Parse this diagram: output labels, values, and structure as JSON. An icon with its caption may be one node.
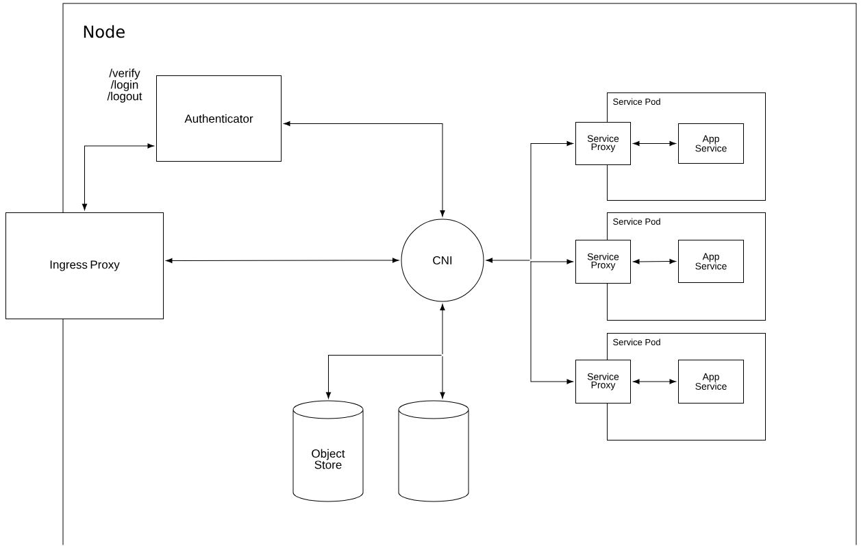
{
  "diagram": {
    "nodes": [
      {
        "text": [
          "Node"
        ]
      },
      {
        "text": [
          "Authenticator"
        ],
        "in": 0
      },
      {
        "text": [
          "Ingress Proxy"
        ]
      },
      {
        "text": [
          "CNI"
        ],
        "in": 0
      },
      {
        "text": [
          "Service Pod"
        ],
        "in": 0
      },
      {
        "text": [
          "Service Proxy"
        ],
        "in": 0
      },
      {
        "text": [
          "App Service"
        ],
        "in": 4
      },
      {
        "text": [
          "Service Pod"
        ],
        "in": 0
      },
      {
        "text": [
          "Service Proxy"
        ],
        "in": 0
      },
      {
        "text": [
          "App Service"
        ],
        "in": 7
      },
      {
        "text": [
          "Service Pod"
        ],
        "in": 0
      },
      {
        "text": [
          "Service Proxy"
        ],
        "in": 0
      },
      {
        "text": [
          "App Service"
        ],
        "in": 10
      },
      {
        "text": [
          "Object Store"
        ],
        "in": 0
      },
      {
        "text": [],
        "shape": "cylinder",
        "in": 0
      }
    ],
    "edges": [
      {
        "from": 1,
        "to": 2,
        "arrow": "both",
        "label": "/verify /login /logout"
      },
      {
        "from": 1,
        "to": 3,
        "arrow": "both"
      },
      {
        "from": 2,
        "to": 3,
        "arrow": "both"
      },
      {
        "from": 3,
        "to": 5,
        "arrow": "both"
      },
      {
        "from": 3,
        "to": 8,
        "arrow": "both"
      },
      {
        "from": 3,
        "to": 11,
        "arrow": "both"
      },
      {
        "from": 3,
        "to": 13,
        "arrow": "both"
      },
      {
        "from": 3,
        "to": 14,
        "arrow": "both"
      },
      {
        "from": 5,
        "to": 6,
        "arrow": "both"
      },
      {
        "from": 8,
        "to": 9,
        "arrow": "both"
      },
      {
        "from": 11,
        "to": 12,
        "arrow": "both"
      }
    ]
  }
}
